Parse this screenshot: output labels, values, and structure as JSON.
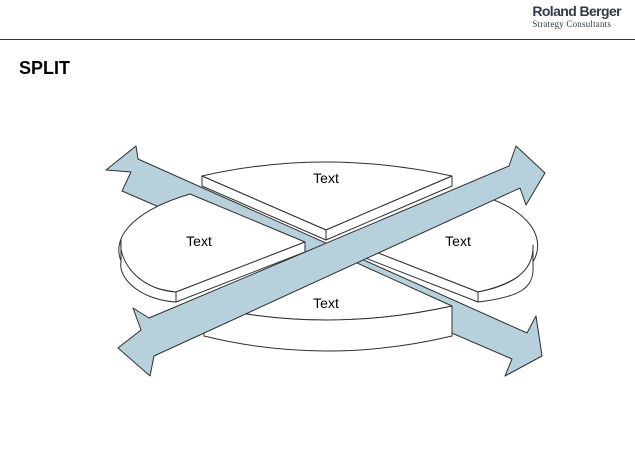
{
  "header": {
    "logo_name": "Roland Berger",
    "logo_subtitle": "Strategy Consultants"
  },
  "page_title": "SPLIT",
  "diagram": {
    "segments": [
      {
        "position": "top",
        "label": "Text"
      },
      {
        "position": "left",
        "label": "Text"
      },
      {
        "position": "right",
        "label": "Text"
      },
      {
        "position": "bottom",
        "label": "Text"
      }
    ],
    "arrow_color": "#b7d1dc",
    "outline_color": "#2f2f2f"
  }
}
